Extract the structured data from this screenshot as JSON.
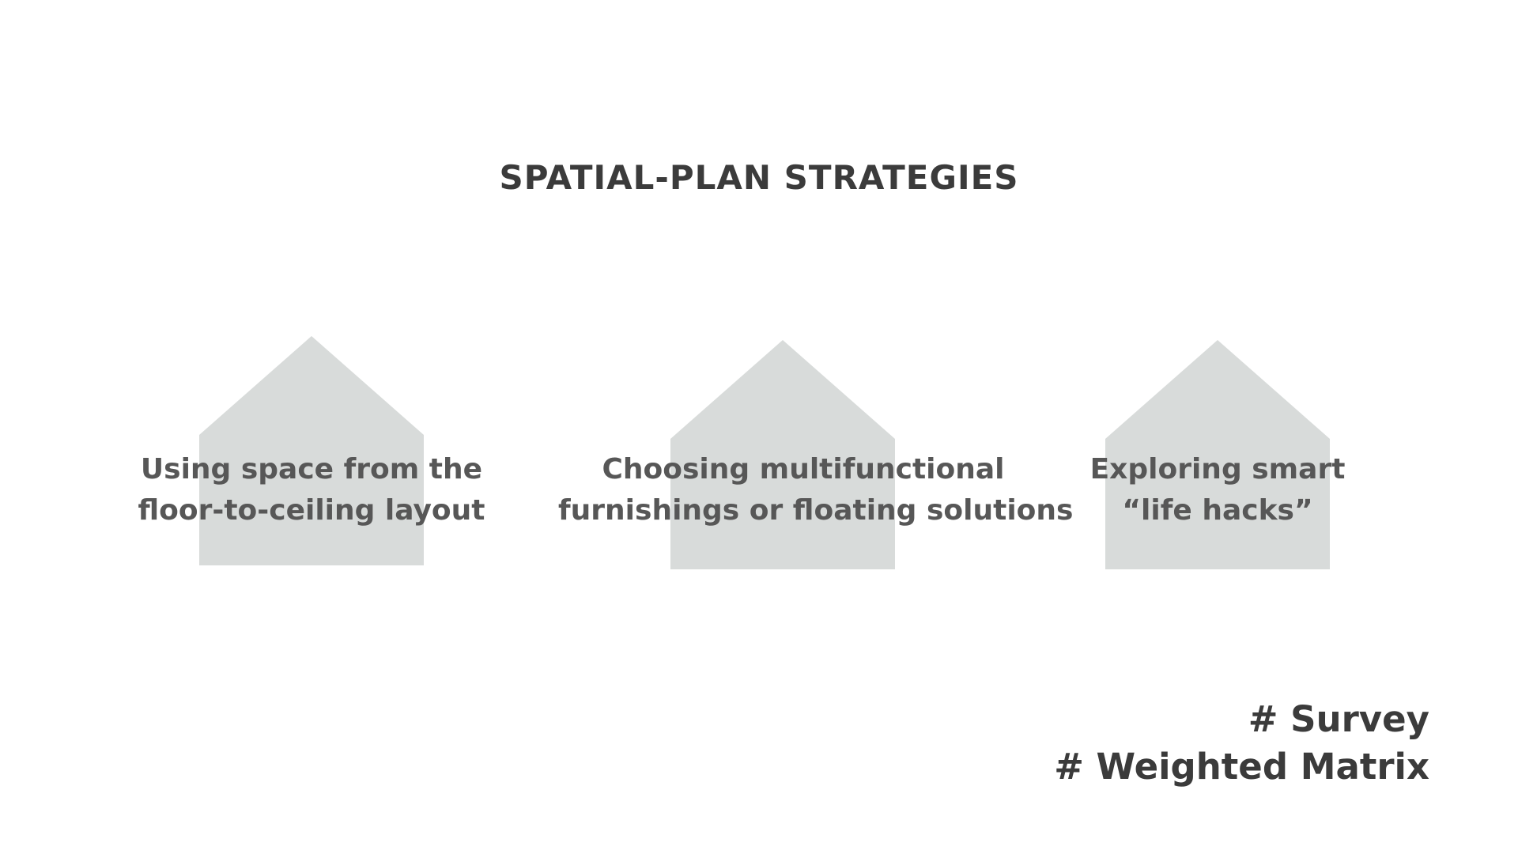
{
  "slide": {
    "title": "SPATIAL-PLAN STRATEGIES",
    "strategies": [
      {
        "line1": "Using space from the",
        "line2": "floor-to-ceiling layout",
        "icon": "house-shape-icon"
      },
      {
        "line1": "Choosing multifunctional",
        "line2": "furnishings or floating solutions",
        "icon": "house-shape-icon"
      },
      {
        "line1": "Exploring smart",
        "line2": "“life hacks”",
        "icon": "house-shape-icon"
      }
    ],
    "tags": [
      "# Survey",
      "# Weighted Matrix"
    ]
  },
  "colors": {
    "title": "#3b3b3b",
    "strategy_text": "#575757",
    "house_fill": "#d8dbda",
    "tag_text": "#3b3b3b",
    "background": "#ffffff"
  }
}
